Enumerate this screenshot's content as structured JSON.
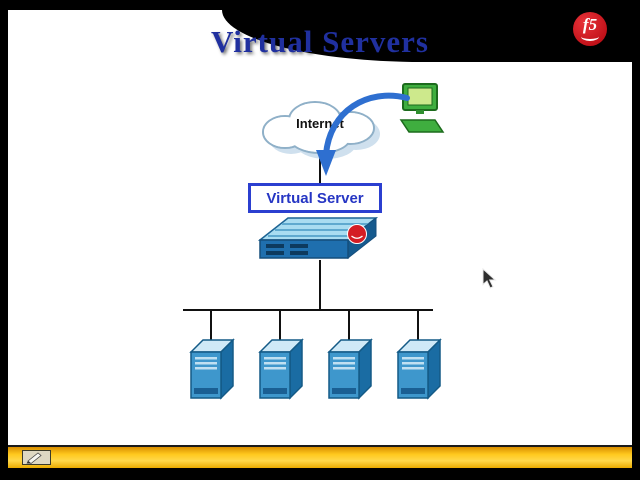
{
  "slide": {
    "title": "Virtual Servers",
    "brand": {
      "logo_text": "f5"
    },
    "diagram": {
      "internet_label": "Internet",
      "virtual_server_label": "Virtual Server",
      "server_count": 4
    },
    "colors": {
      "title_blue": "#20309f",
      "f5_red": "#c01018",
      "virtual_server_border_blue": "#2b3fd0",
      "arrow_blue": "#2e6fd0",
      "server_front_blue": "#3e97cc",
      "server_side_blue": "#1a6ca3",
      "appliance_top_blue": "#a9dcf1",
      "pc_green": "#3fae3f",
      "toolbar_yellow": "#ffc91e"
    }
  }
}
